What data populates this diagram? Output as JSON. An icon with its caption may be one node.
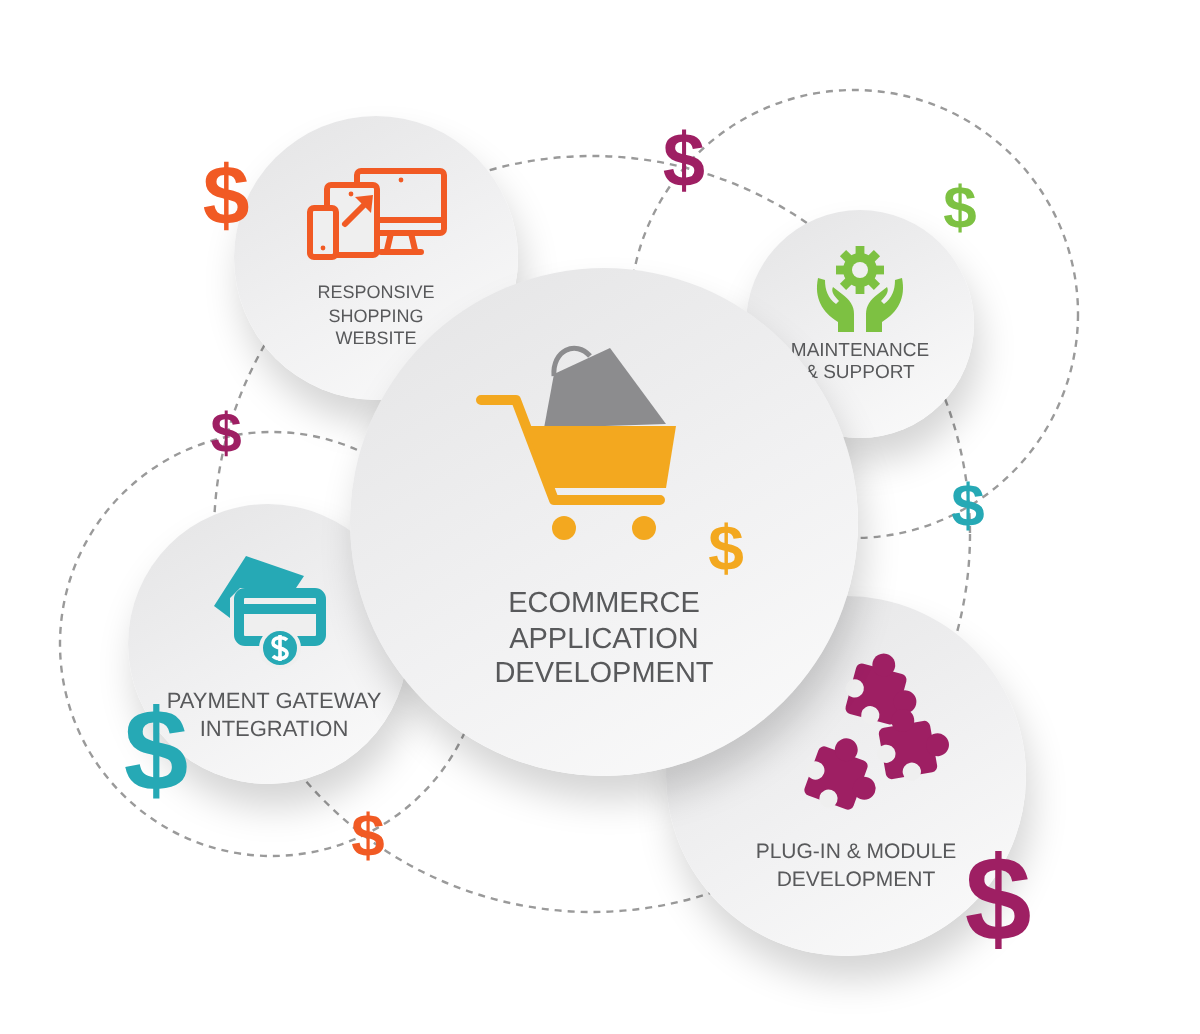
{
  "diagram": {
    "nodes": [
      {
        "text": [
          "RESPONSIVE SHOPPING WEBSITE"
        ]
      },
      {
        "text": [
          "MAINTENANCE & SUPPORT"
        ]
      },
      {
        "text": [
          "ECOMMERCE APPLICATION DEVELOPMENT"
        ]
      },
      {
        "text": [
          "PAYMENT GATEWAY INTEGRATION"
        ]
      },
      {
        "text": [
          "PLUG-IN & MODULE DEVELOPMENT"
        ]
      }
    ],
    "labels": [
      "$",
      "$",
      "$",
      "$",
      "$",
      "$",
      "$",
      "$",
      "$"
    ]
  }
}
